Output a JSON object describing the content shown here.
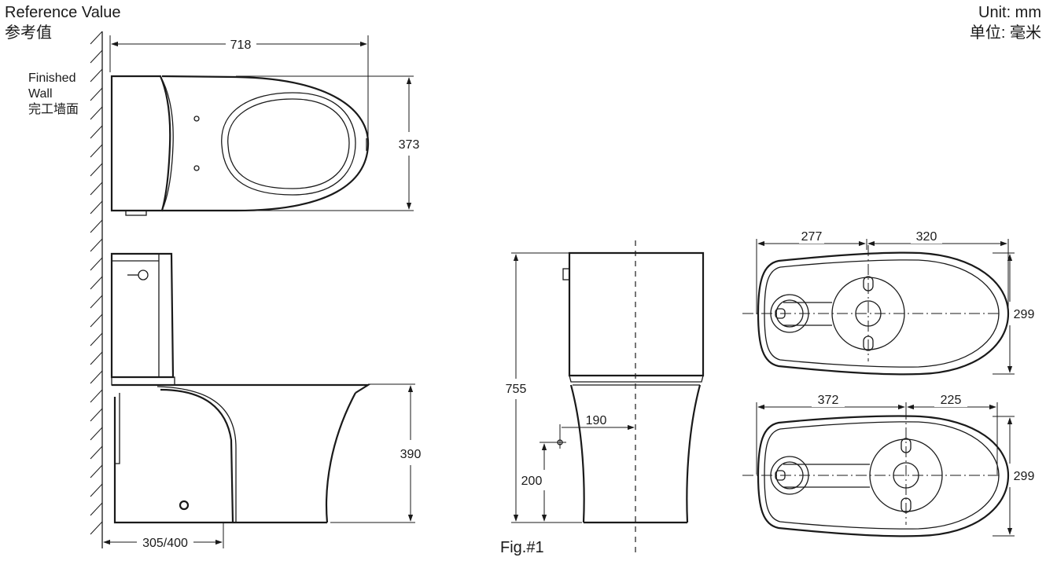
{
  "header": {
    "reference_en": "Reference Value",
    "reference_zh": "参考值",
    "unit_en": "Unit: mm",
    "unit_zh": "单位: 毫米"
  },
  "wall_label": {
    "line1": "Finished",
    "line2": "Wall",
    "line3": "完工墙面"
  },
  "top_view": {
    "length": "718",
    "width": "373"
  },
  "side_view": {
    "seat_height": "390",
    "rough_in": "305/400"
  },
  "front_view": {
    "total_height": "755",
    "supply_offset": "190",
    "supply_height": "200"
  },
  "base_view_1": {
    "left": "277",
    "right": "320",
    "width": "299"
  },
  "base_view_2": {
    "left": "372",
    "right": "225",
    "width": "299"
  },
  "figure_label": "Fig.#1"
}
